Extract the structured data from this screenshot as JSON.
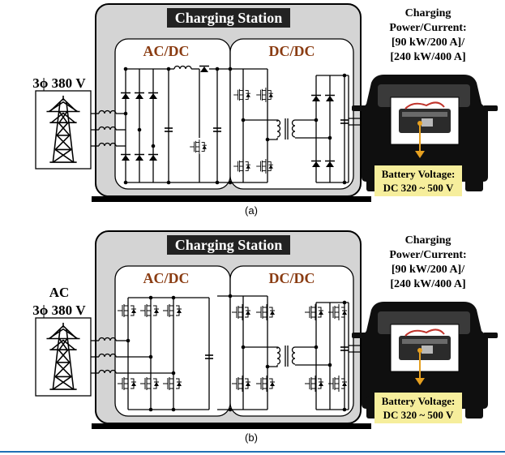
{
  "colors": {
    "station_fill": "#d4d4d4",
    "module_fill": "#ffffff",
    "title_bg": "#222222",
    "title_text": "#ffffff",
    "module_label": "#8a3c12",
    "battery_label_fill": "#f6ee9c",
    "arrow": "#e6a020",
    "car_body": "#0f0f0f",
    "bottom_rule": "#1f6fb5"
  },
  "icons": [
    "power-tower-icon",
    "electric-car-icon",
    "battery-pack-icon"
  ],
  "panels": [
    {
      "station_title": "Charging Station",
      "grid_label_lines": [
        "3ϕ 380 V"
      ],
      "module_left": "AC/DC",
      "module_right": "DC/DC",
      "charging_label_lines": [
        "Charging",
        "Power/Current:",
        "[90 kW/200 A]/",
        "[240 kW/400 A]"
      ],
      "battery_label_lines": [
        "Battery Voltage:",
        "DC 320 ~ 500 V"
      ],
      "caption": "(a)"
    },
    {
      "station_title": "Charging Station",
      "grid_label_lines": [
        "AC",
        "3ϕ 380 V"
      ],
      "module_left": "AC/DC",
      "module_right": "DC/DC",
      "charging_label_lines": [
        "Charging",
        "Power/Current:",
        "[90 kW/200 A]/",
        "[240 kW/400 A]"
      ],
      "battery_label_lines": [
        "Battery Voltage:",
        "DC 320 ~ 500 V"
      ],
      "caption": "(b)"
    }
  ]
}
